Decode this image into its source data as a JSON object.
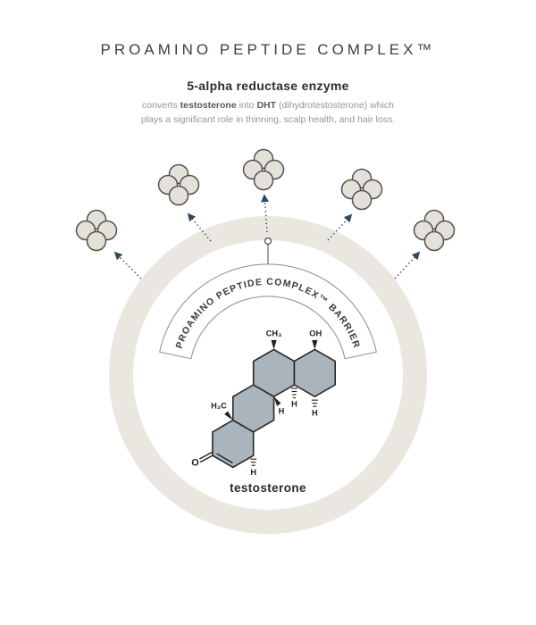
{
  "title": "PROAMINO PEPTIDE COMPLEX™",
  "enzyme_section": {
    "heading": "5-alpha reductase enzyme",
    "line1": {
      "t1": "converts ",
      "b1": "testosterone",
      "t2": " into ",
      "b2": "DHT",
      "t3": " (dihydrotestosterone) which"
    },
    "line2": "plays a significant role in thinning, scalp health, and hair loss."
  },
  "barrier": {
    "arc_label": "PROAMINO PEPTIDE COMPLEX™ BARRIER"
  },
  "molecule": {
    "name": "testosterone",
    "labels": {
      "methyl_top": "CH₃",
      "hydroxyl": "OH",
      "methyl_angular": "H₃C",
      "ketone_oxygen": "O",
      "hydrogen": "H"
    }
  },
  "colors": {
    "ring_band": "#e9e7e0",
    "molecule_fill": "#a9b4bd",
    "arrow": "#2f4a5e",
    "cluster_fill": "#e3e1da"
  }
}
